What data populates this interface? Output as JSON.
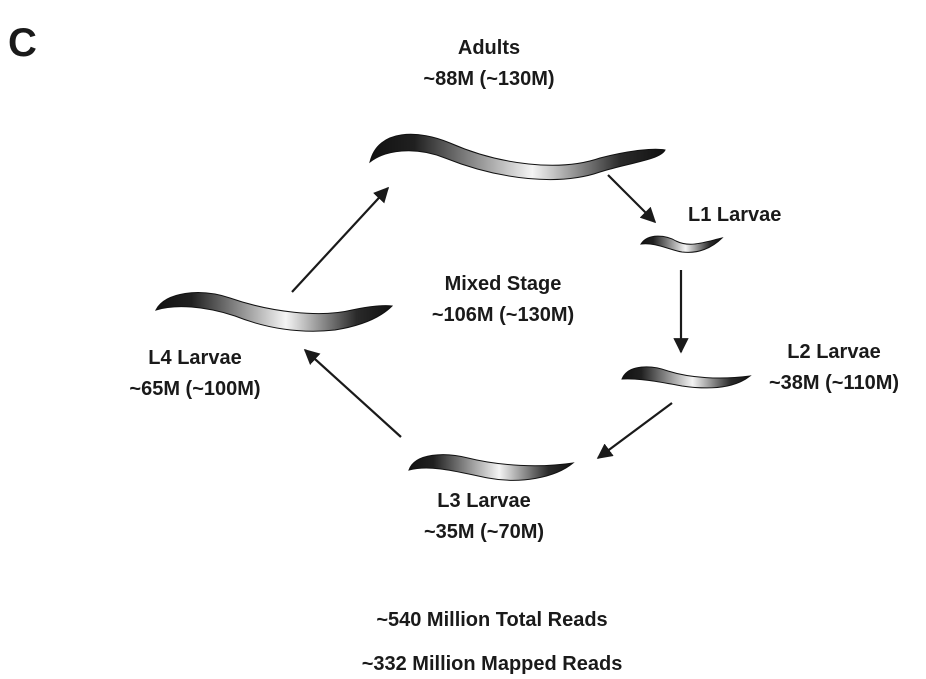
{
  "panel_letter": "C",
  "stages": {
    "adults": {
      "name": "Adults",
      "reads": "~88M (~130M)"
    },
    "l1": {
      "name": "L1 Larvae"
    },
    "mixed": {
      "name": "Mixed Stage",
      "reads": "~106M (~130M)"
    },
    "l2": {
      "name": "L2 Larvae",
      "reads": "~38M (~110M)"
    },
    "l4": {
      "name": "L4 Larvae",
      "reads": "~65M (~100M)"
    },
    "l3": {
      "name": "L3 Larvae",
      "reads": "~35M (~70M)"
    }
  },
  "totals": {
    "total_reads": "~540 Million Total Reads",
    "mapped_reads": "~332 Million Mapped Reads"
  }
}
